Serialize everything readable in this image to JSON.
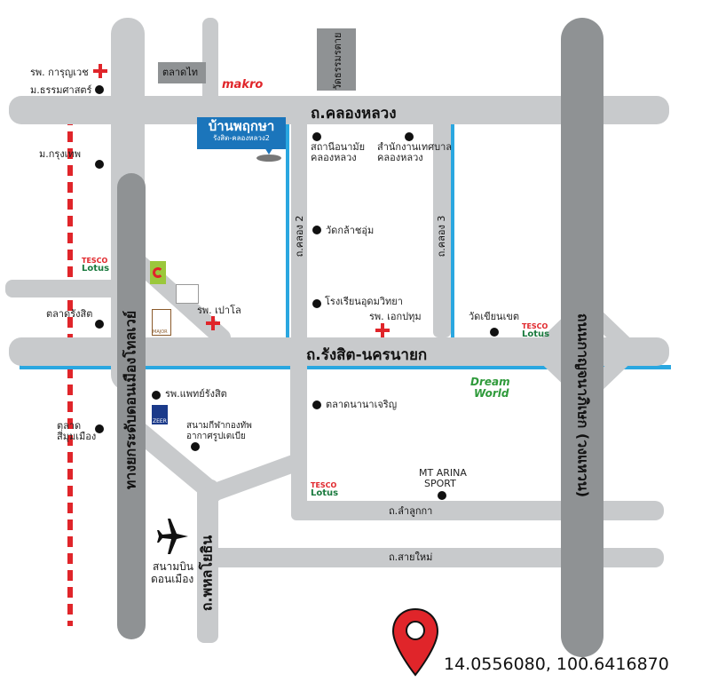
{
  "roads": {
    "klong_luang": "ถ.คลองหลวง",
    "rangsit_nakhon_nayok": "ถ.รังสิต-นครนายก",
    "klong2": "ถ.คลอง 2",
    "klong3": "ถ.คลอง 3",
    "lam_luk_ka": "ถ.ลำลูกกา",
    "sai_mai": "ถ.สายใหม่",
    "phahon_yothin": "ถ.พหลโยธิน",
    "vibhavadi": "ทางยกระดับดอนเมืองโทลเวย์",
    "kanchanaphisek": "ถนนกาญจนาภิเษก (วงแหวน)"
  },
  "places": {
    "kanyuruwet": "รพ. การุญเวช",
    "thammasat": "ม.ธรรมศาสตร์",
    "krungthep": "ม.กรุงเทพ",
    "talad_thai": "ตลาดไท",
    "makro": "makro",
    "wat_thammamoon": "วัดธรรมรตาย",
    "health_center_1": "สถานีอนามัย",
    "health_center_2": "คลองหลวง",
    "municipal_1": "สำนักงานเทศบาล",
    "municipal_2": "คลองหลวง",
    "wat_klasom": "วัดกล้าชอุ่ม",
    "school": "โรงเรียนอุดมวิทยา",
    "hosp_aekpathum": "รพ. เอกปทุม",
    "wat_khian": "วัดเขียนเขต",
    "talad_rangsit": "ตลาดรังสิต",
    "hosp_paolo": "รพ. เปาโล",
    "hosp_phaet": "รพ.แพทย์รังสิต",
    "stadium_1": "สนามกีฬากองทัพ",
    "stadium_2": "อากาศรูปเตเบีย",
    "talad_nana": "ตลาดนานาเจริญ",
    "talad_simum_1": "ตลาด",
    "talad_simum_2": "สี่มุมเมือง",
    "mt_arina_1": "MT ARINA",
    "mt_arina_2": "SPORT",
    "airport_1": "สนามบิน",
    "airport_2": "ดอนเมือง",
    "tesco_1": "TESCO",
    "tesco_2": "Lotus",
    "dream_1": "Dream",
    "dream_2": "World",
    "major": "MAJOR",
    "zeer": "ZEER"
  },
  "project": {
    "name": "บ้านพฤกษา",
    "sub": "รังสิต-คลองหลวง2"
  },
  "coordinates": "14.0556080, 100.6416870",
  "colors": {
    "road_light": "#c8cacc",
    "road_dark": "#8f9294",
    "canal": "#2aa7e0",
    "railway": "#e0252a",
    "project_box": "#1b75bb",
    "pin": "#e0252a"
  }
}
